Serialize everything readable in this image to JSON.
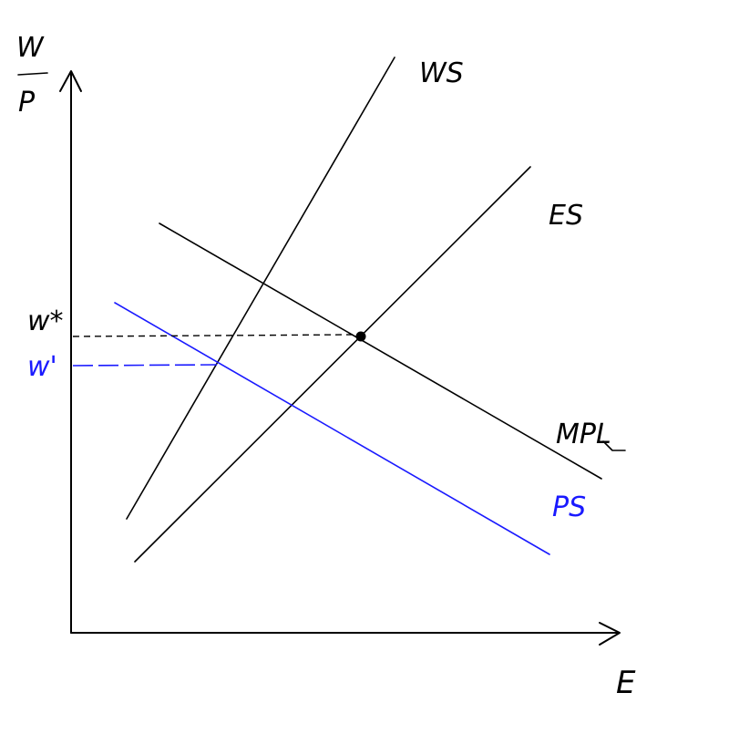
{
  "colors": {
    "ink": "#000000",
    "blue": "#1a1aff",
    "background": "#ffffff"
  },
  "axes": {
    "y_label_top": "W",
    "y_label_bottom": "P",
    "x_label": "E"
  },
  "curves": {
    "ws": "WS",
    "es": "ES",
    "mpl": "MPL",
    "ps": "PS"
  },
  "levels": {
    "w_star": "w*",
    "w_prime": "w'"
  }
}
